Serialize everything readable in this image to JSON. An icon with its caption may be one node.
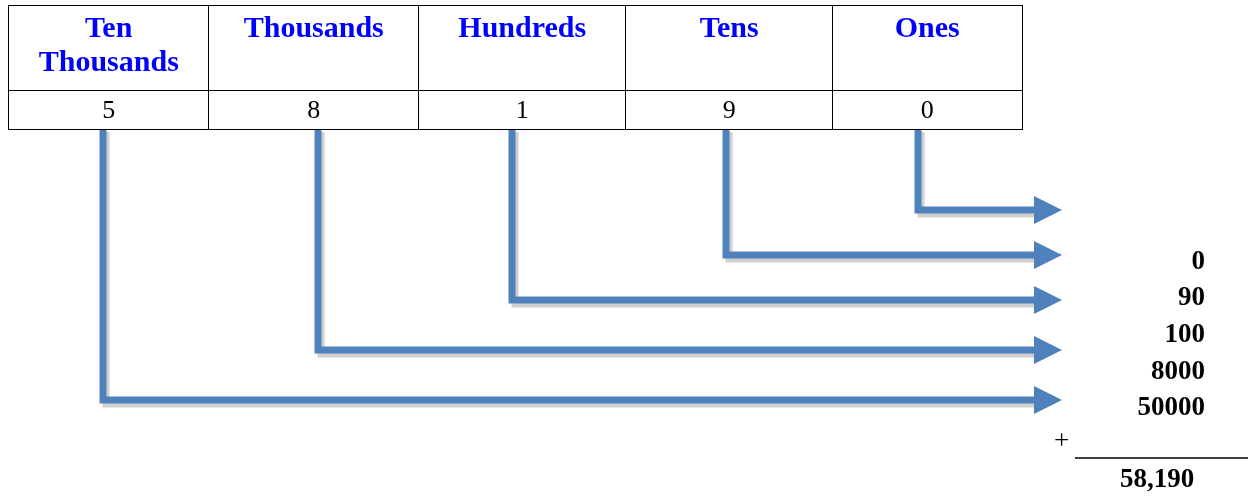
{
  "diagram": {
    "nodes": [
      {
        "text": [
          "Ten Thousands"
        ]
      },
      {
        "text": [
          "Thousands"
        ]
      },
      {
        "text": [
          "Hundreds"
        ]
      },
      {
        "text": [
          "Tens"
        ]
      },
      {
        "text": [
          "Ones"
        ]
      },
      {
        "text": [
          "5"
        ]
      },
      {
        "text": [
          "8"
        ]
      },
      {
        "text": [
          "1"
        ]
      },
      {
        "text": [
          "9"
        ]
      },
      {
        "text": [
          "0"
        ]
      }
    ],
    "edges": [
      {
        "from": 9,
        "to": null,
        "arrow": "to"
      },
      {
        "from": 8,
        "to": null,
        "arrow": "to"
      },
      {
        "from": 7,
        "to": null,
        "arrow": "to"
      },
      {
        "from": 6,
        "to": null,
        "arrow": "to"
      },
      {
        "from": 5,
        "to": null,
        "arrow": "to"
      }
    ],
    "labels": [
      "0",
      "90",
      "100",
      "8000",
      "50000",
      "+",
      "58,190"
    ]
  }
}
